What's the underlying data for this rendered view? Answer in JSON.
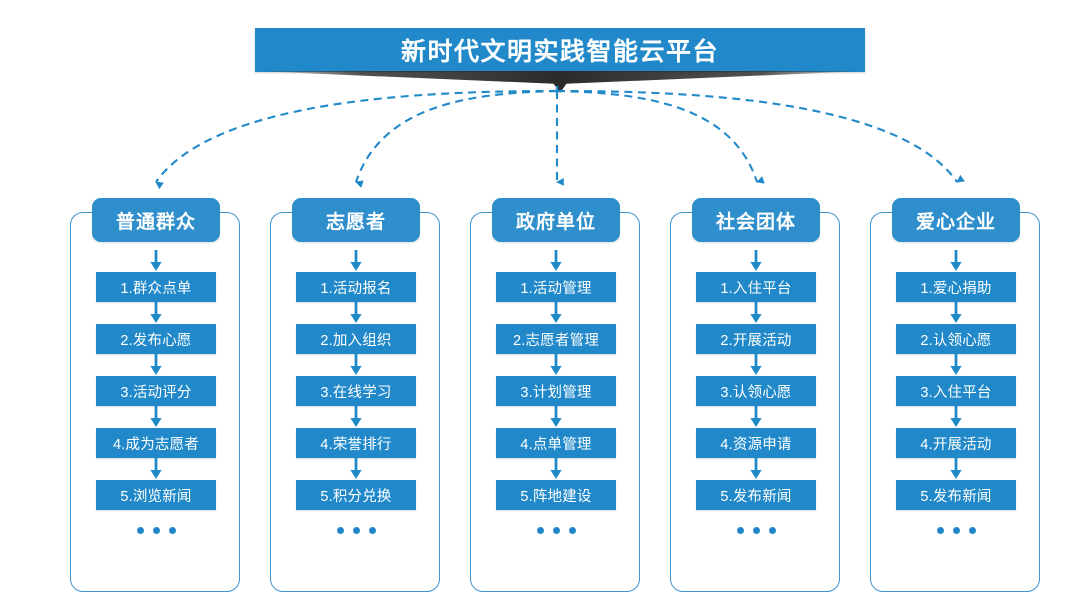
{
  "title": {
    "text": "新时代文明实践智能云平台"
  },
  "theme": {
    "primary_blue": "#2189c9",
    "header_blue": "#2f8fcc",
    "frame_blue": "#3d95cf",
    "shadow_dark": "#2b2b2b",
    "background": "#ffffff"
  },
  "ellipsis_label": "• • •",
  "columns": [
    {
      "header": "普通群众",
      "items": [
        "1.群众点单",
        "2.发布心愿",
        "3.活动评分",
        "4.成为志愿者",
        "5.浏览新闻"
      ]
    },
    {
      "header": "志愿者",
      "items": [
        "1.活动报名",
        "2.加入组织",
        "3.在线学习",
        "4.荣誉排行",
        "5.积分兑换"
      ]
    },
    {
      "header": "政府单位",
      "items": [
        "1.活动管理",
        "2.志愿者管理",
        "3.计划管理",
        "4.点单管理",
        "5.阵地建设"
      ]
    },
    {
      "header": "社会团体",
      "items": [
        "1.入住平台",
        "2.开展活动",
        "3.认领心愿",
        "4.资源申请",
        "5.发布新闻"
      ]
    },
    {
      "header": "爱心企业",
      "items": [
        "1.爱心捐助",
        "2.认领心愿",
        "3.入住平台",
        "4.开展活动",
        "5.发布新闻"
      ]
    }
  ]
}
